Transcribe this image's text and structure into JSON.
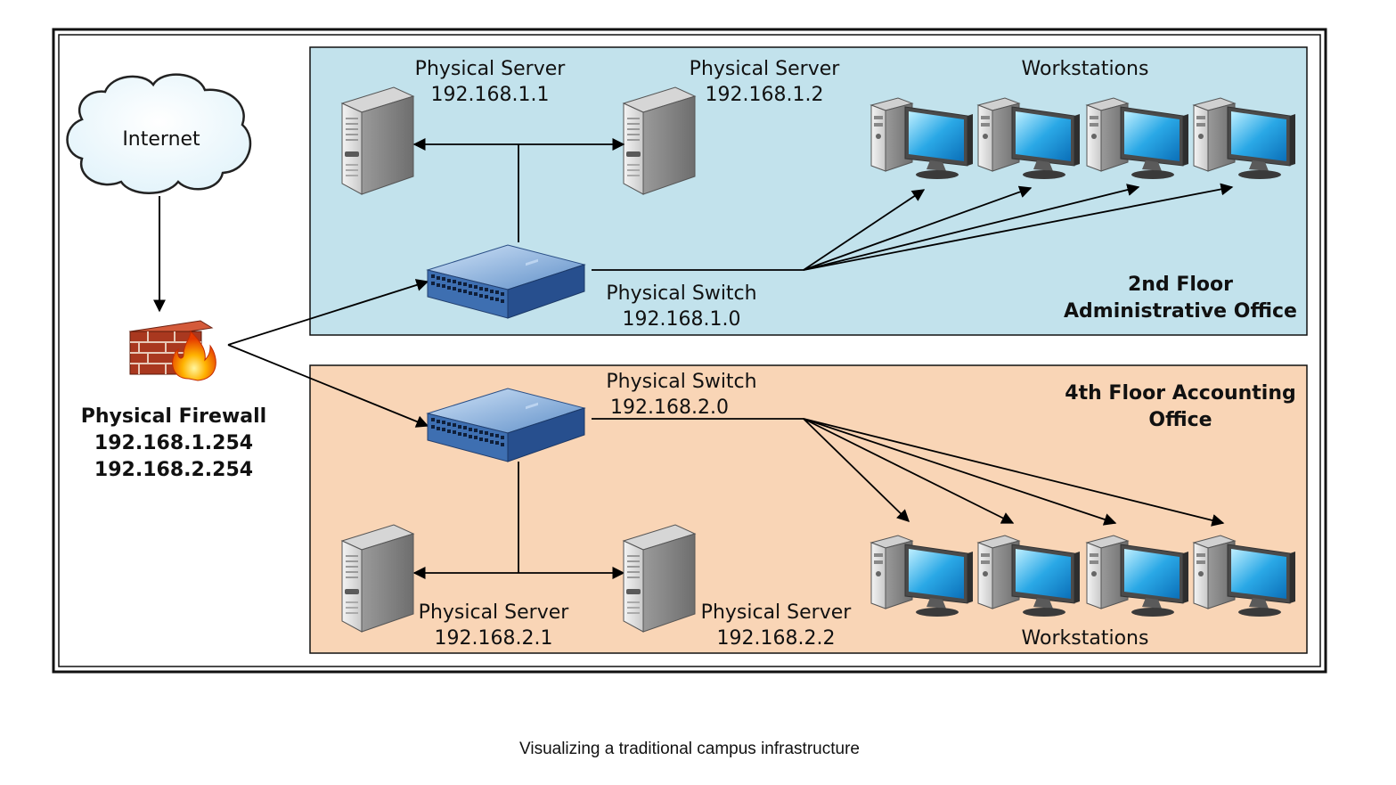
{
  "internet": {
    "label": "Internet"
  },
  "firewall": {
    "lines": [
      "Physical Firewall",
      "192.168.1.254",
      "192.168.2.254"
    ]
  },
  "floor2": {
    "title_lines": [
      "2nd Floor",
      "Administrative Office"
    ],
    "server_a": {
      "name": "Physical Server",
      "ip": "192.168.1.1"
    },
    "server_b": {
      "name": "Physical Server",
      "ip": "192.168.1.2"
    },
    "switch": {
      "name": "Physical Switch",
      "ip": "192.168.1.0"
    },
    "workstations_label": "Workstations"
  },
  "floor4": {
    "title_lines": [
      "4th Floor Accounting",
      "Office"
    ],
    "server_a": {
      "name": "Physical Server",
      "ip": "192.168.2.1"
    },
    "server_b": {
      "name": "Physical Server",
      "ip": "192.168.2.2"
    },
    "switch": {
      "name": "Physical Switch",
      "ip": "192.168.2.0"
    },
    "workstations_label": "Workstations"
  },
  "caption": "Visualizing a traditional campus infrastructure",
  "colors": {
    "floor2_bg": "#c2e2ec",
    "floor4_bg": "#f9d5b6",
    "outline": "#111111"
  }
}
